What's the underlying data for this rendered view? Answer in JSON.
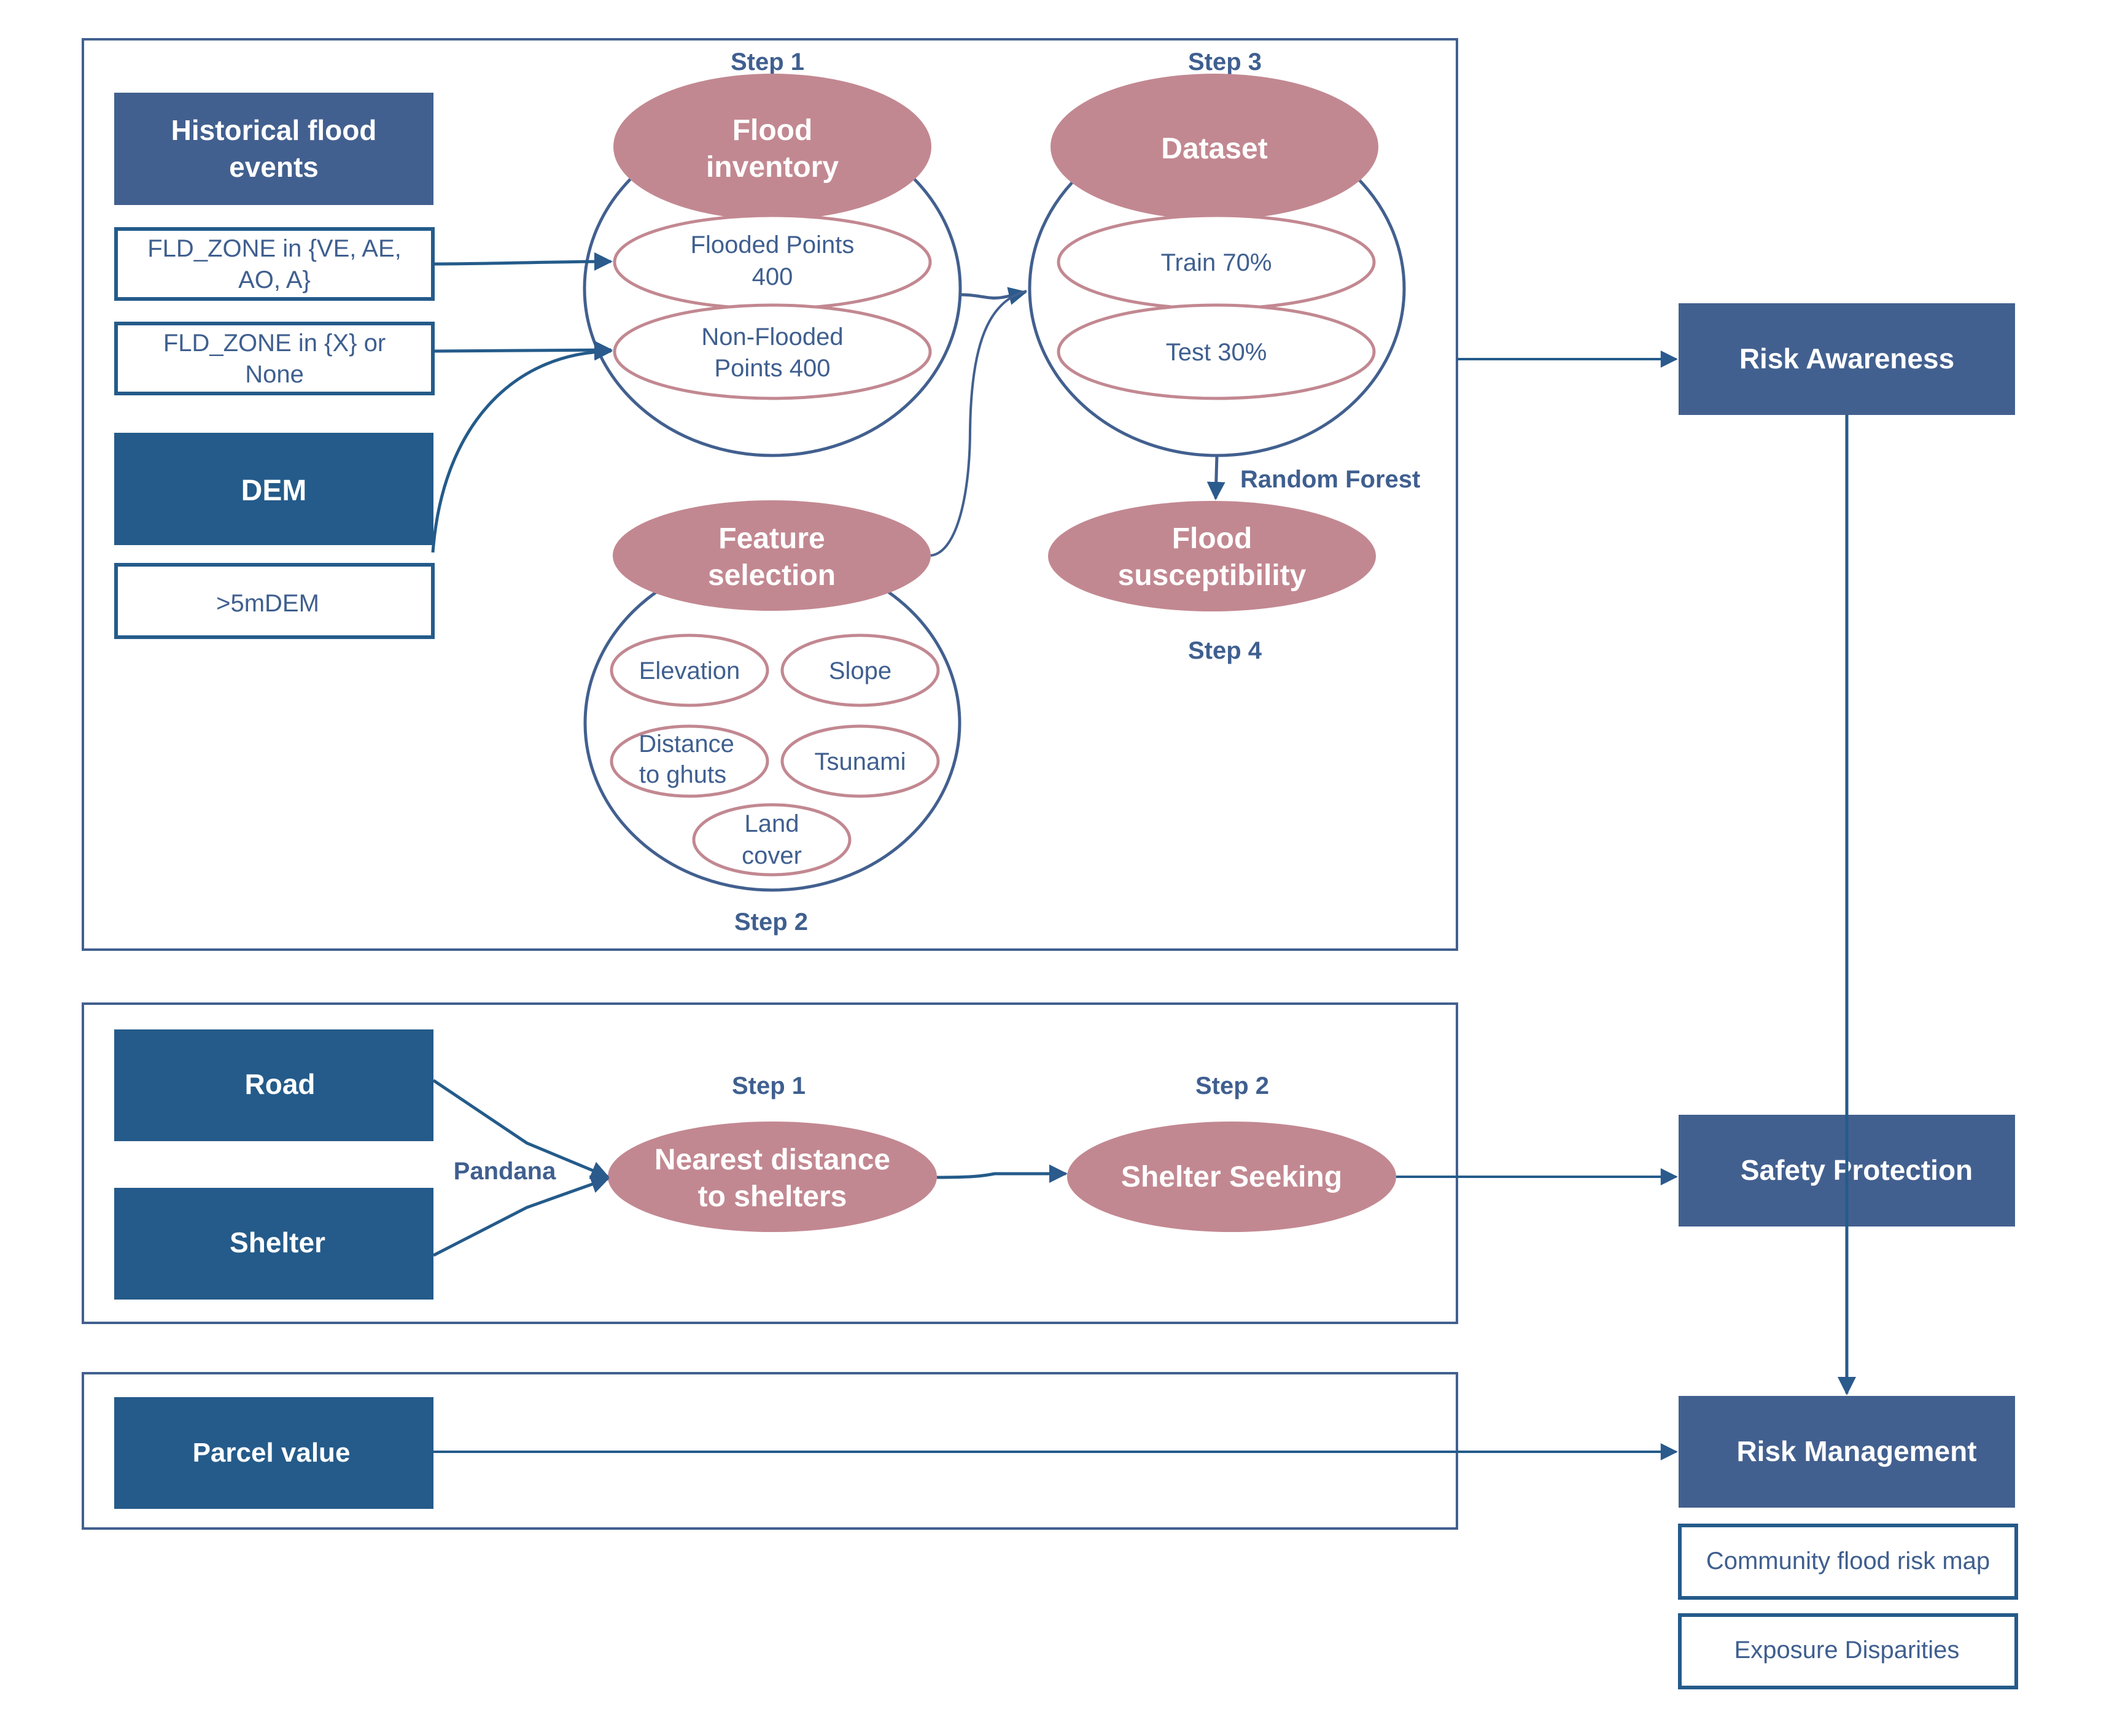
{
  "colors": {
    "navy": "#42608f",
    "blue": "#245b8a",
    "pink": "#c28891",
    "line": "#2b5a8c",
    "text": "#3f5f8f"
  },
  "panel1": {
    "inputs": {
      "historical_flood_events": [
        "Historical flood",
        "events"
      ],
      "fld_zone_flooded": [
        "FLD_ZONE in {VE, AE,",
        "AO, A}"
      ],
      "fld_zone_nonflooded": [
        "FLD_ZONE in {X} or",
        "None"
      ],
      "dem": "DEM",
      "dem_filter": ">5mDEM"
    },
    "step1": {
      "label": "Step 1",
      "title": [
        "Flood",
        "inventory"
      ],
      "items": [
        [
          "Flooded Points",
          "400"
        ],
        [
          "Non-Flooded",
          "Points 400"
        ]
      ]
    },
    "step2": {
      "label": "Step 2",
      "title": [
        "Feature",
        "selection"
      ],
      "features": [
        [
          "Elevation"
        ],
        [
          "Slope"
        ],
        [
          "Distance",
          "to ghuts"
        ],
        [
          "Tsunami"
        ],
        [
          "Land",
          "cover"
        ]
      ]
    },
    "step3": {
      "label": "Step 3",
      "title": "Dataset",
      "items": [
        "Train 70%",
        "Test 30%"
      ]
    },
    "model_label": "Random Forest",
    "step4": {
      "label": "Step 4",
      "title": [
        "Flood",
        "susceptibility"
      ]
    }
  },
  "panel2": {
    "inputs": {
      "road": "Road",
      "shelter": "Shelter"
    },
    "tool_label": "Pandana",
    "step1": {
      "label": "Step 1",
      "title": [
        "Nearest distance",
        "to shelters"
      ]
    },
    "step2": {
      "label": "Step 2",
      "title": "Shelter Seeking"
    }
  },
  "panel3": {
    "inputs": {
      "parcel_value": "Parcel value"
    }
  },
  "outcomes": {
    "risk_awareness": "Risk Awareness",
    "safety_protection": "Safety Protection",
    "risk_management": "Risk Management",
    "sub_outputs": [
      "Community flood risk map",
      "Exposure Disparities"
    ]
  }
}
